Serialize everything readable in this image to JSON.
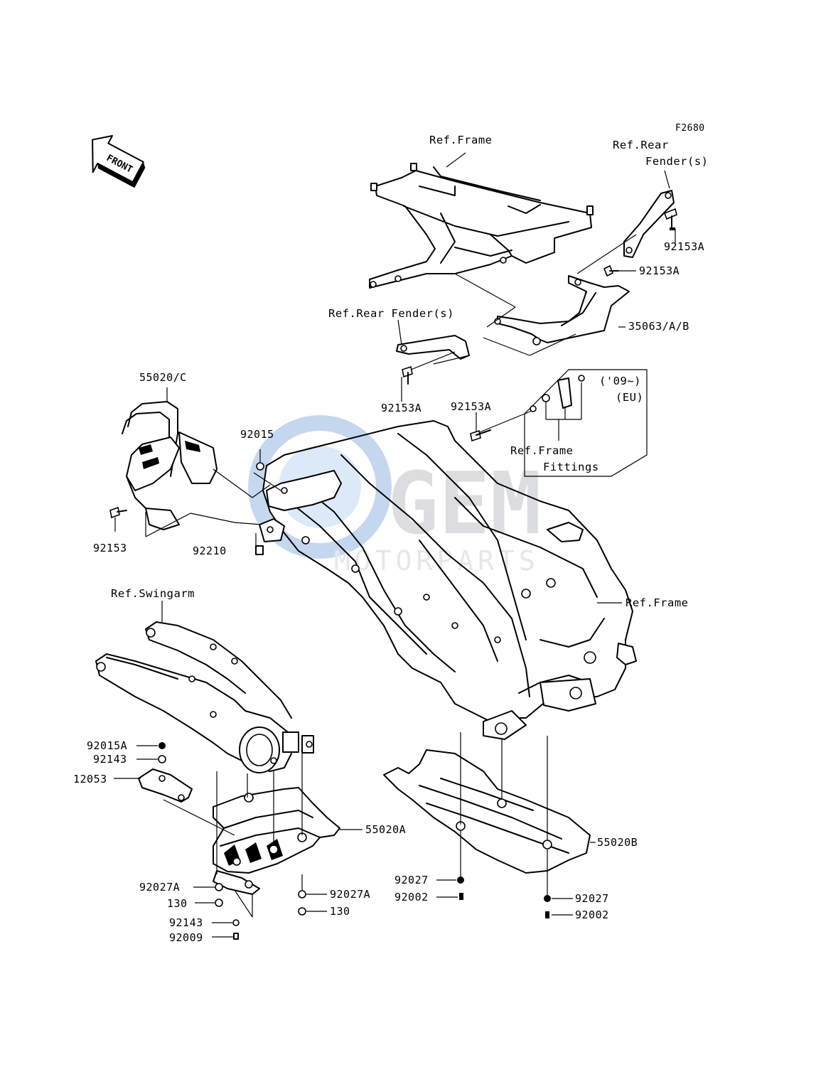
{
  "diagram": {
    "code": "F2680",
    "front_arrow_label": "FRONT",
    "watermark": "GEM MOTORPARTS",
    "labels": {
      "ref_frame_top": "Ref.Frame",
      "ref_rear_fender_right_1": "Ref.Rear",
      "ref_rear_fender_right_2": "Fender(s)",
      "p92153A_a": "92153A",
      "p92153A_b": "92153A",
      "ref_rear_fender_mid": "Ref.Rear Fender(s)",
      "p35063": "35063/A/B",
      "p92153A_c": "92153A",
      "p92153A_d": "92153A",
      "note_year": "('09~)",
      "note_region": "(EU)",
      "ref_frame_fittings_1": "Ref.Frame",
      "ref_frame_fittings_2": "Fittings",
      "p55020C": "55020/C",
      "p92015": "92015",
      "p92153": "92153",
      "p92210": "92210",
      "ref_swingarm": "Ref.Swingarm",
      "ref_frame_right": "Ref.Frame",
      "p92015A": "92015A",
      "p92143_a": "92143",
      "p12053": "12053",
      "p55020A": "55020A",
      "p55020B": "55020B",
      "p92027": "92027",
      "p92002": "92002",
      "p92027_r": "92027",
      "p92002_r": "92002",
      "p92027A_l": "92027A",
      "p130_l": "130",
      "p92027A_r": "92027A",
      "p130_r": "130",
      "p92143_b": "92143",
      "p92009": "92009"
    }
  }
}
